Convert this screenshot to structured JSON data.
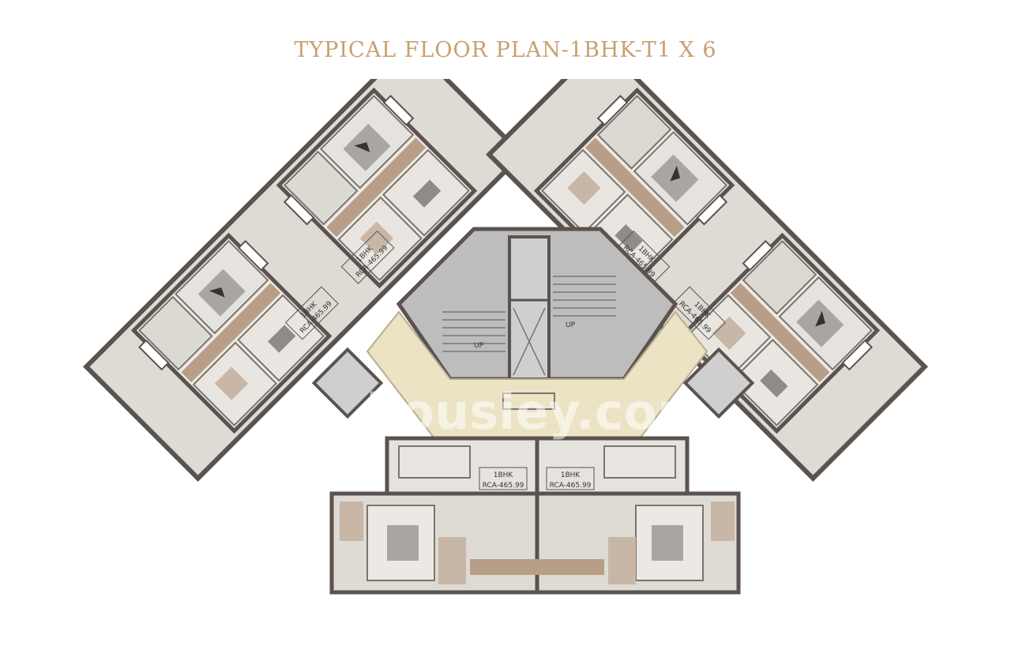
{
  "title": "TYPICAL FLOOR PLAN-1BHK-T1 X 6",
  "watermark": "housiey.com",
  "units": [
    {
      "type": "1BHK",
      "area": "RCA-465.99"
    },
    {
      "type": "1BHK",
      "area": "RCA-465.99"
    },
    {
      "type": "1BHK",
      "area": "RCA-465.99"
    },
    {
      "type": "1BHK",
      "area": "RCA-465.99"
    },
    {
      "type": "1BHK",
      "area": "RCA-465.99"
    },
    {
      "type": "1BHK",
      "area": "RCA-465.99"
    }
  ],
  "stairs": [
    {
      "label": "UP"
    },
    {
      "label": "UP"
    }
  ],
  "colors": {
    "title": "#c9a070",
    "lobby": "#ebe3c4",
    "core": "#bdbdbd",
    "wall": "#5a5350",
    "floor": "#ece9e4",
    "wood": "#b89e86"
  }
}
